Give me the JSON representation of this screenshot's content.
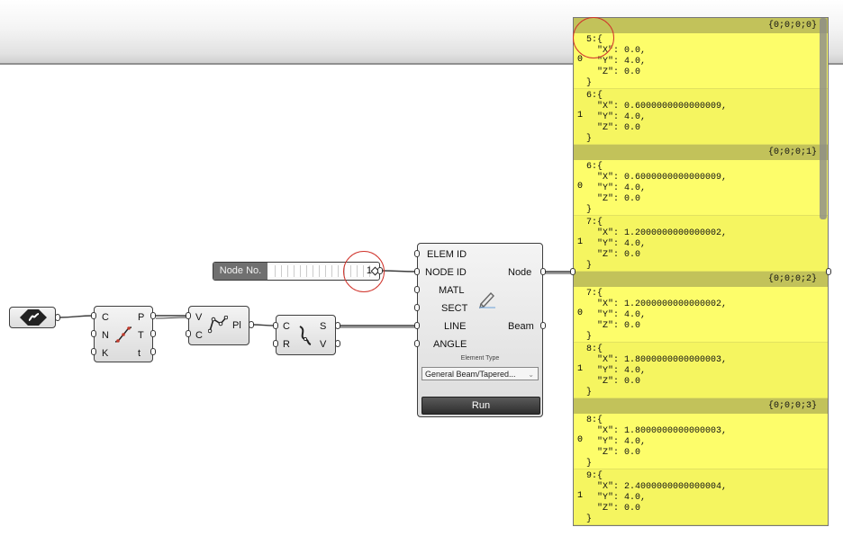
{
  "components": {
    "slider": {
      "name": "Node No.",
      "value": "1"
    },
    "divide_curve": {
      "inputs": [
        "C",
        "N",
        "K"
      ],
      "outputs": [
        "P",
        "T",
        "t"
      ]
    },
    "polyline": {
      "inputs": [
        "V",
        "C"
      ],
      "outputs": [
        "Pl"
      ]
    },
    "explode": {
      "inputs": [
        "C",
        "R"
      ],
      "outputs": [
        "S",
        "V"
      ]
    },
    "element": {
      "inputs": [
        "ELEM ID",
        "NODE ID",
        "MATL",
        "SECT",
        "LINE",
        "ANGLE"
      ],
      "outputs": [
        "Node",
        "Beam"
      ],
      "element_type_label": "Element Type",
      "element_type_value": "General  Beam/Tapered...",
      "run_label": "Run"
    }
  },
  "panel": {
    "groups": [
      {
        "path": "{0;0;0;0}",
        "items": [
          {
            "index": "0",
            "text": "5:{\n  \"X\": 0.0,\n  \"Y\": 4.0,\n  \"Z\": 0.0\n}"
          },
          {
            "index": "1",
            "text": "6:{\n  \"X\": 0.6000000000000009,\n  \"Y\": 4.0,\n  \"Z\": 0.0\n}"
          }
        ]
      },
      {
        "path": "{0;0;0;1}",
        "items": [
          {
            "index": "0",
            "text": "6:{\n  \"X\": 0.6000000000000009,\n  \"Y\": 4.0,\n  \"Z\": 0.0\n}"
          },
          {
            "index": "1",
            "text": "7:{\n  \"X\": 1.2000000000000002,\n  \"Y\": 4.0,\n  \"Z\": 0.0\n}"
          }
        ]
      },
      {
        "path": "{0;0;0;2}",
        "items": [
          {
            "index": "0",
            "text": "7:{\n  \"X\": 1.2000000000000002,\n  \"Y\": 4.0,\n  \"Z\": 0.0\n}"
          },
          {
            "index": "1",
            "text": "8:{\n  \"X\": 1.8000000000000003,\n  \"Y\": 4.0,\n  \"Z\": 0.0\n}"
          }
        ]
      },
      {
        "path": "{0;0;0;3}",
        "items": [
          {
            "index": "0",
            "text": "8:{\n  \"X\": 1.8000000000000003,\n  \"Y\": 4.0,\n  \"Z\": 0.0\n}"
          },
          {
            "index": "1",
            "text": "9:{\n  \"X\": 2.4000000000000004,\n  \"Y\": 4.0,\n  \"Z\": 0.0\n}"
          }
        ]
      }
    ]
  },
  "colors": {
    "panel_bg": "#fdfd6a",
    "panel_header": "#c2c25a",
    "highlight_circle": "#d0342c",
    "wire": "#3c3c3c"
  },
  "icons": {
    "curve_param": "curve-icon",
    "divide": "divide-curve-icon",
    "polyline": "polyline-icon",
    "explode": "explode-icon",
    "element": "pencil-icon"
  }
}
